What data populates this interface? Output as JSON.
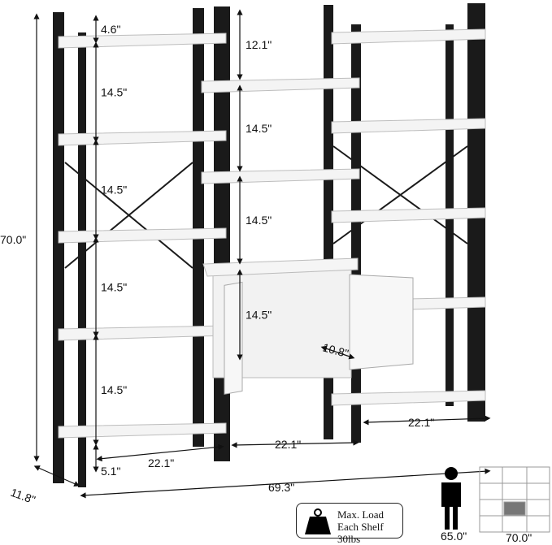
{
  "dimensions": {
    "left_heights": [
      "4.6\"",
      "14.5\"",
      "14.5\"",
      "14.5\"",
      "14.5\""
    ],
    "middle_heights": [
      "12.1\"",
      "14.5\"",
      "14.5\"",
      "14.5\""
    ],
    "total_height": "70.0\"",
    "depth": "11.8\"",
    "total_width": "69.3\"",
    "left_width": "22.1\"",
    "middle_width": "22.1\"",
    "right_width": "22.1\"",
    "bottom_clearance": "5.1\"",
    "cabinet_depth": "10.8\""
  },
  "load_badge": {
    "line1": "Max. Load",
    "line2": "Each Shelf 30lbs"
  },
  "comparison": {
    "person_height": "65.0\"",
    "shelf_height": "70.0\""
  },
  "colors": {
    "frame": "#1a1a1a",
    "shelf": "#f4f4f4",
    "shelf_edge": "#bdbdbd"
  }
}
